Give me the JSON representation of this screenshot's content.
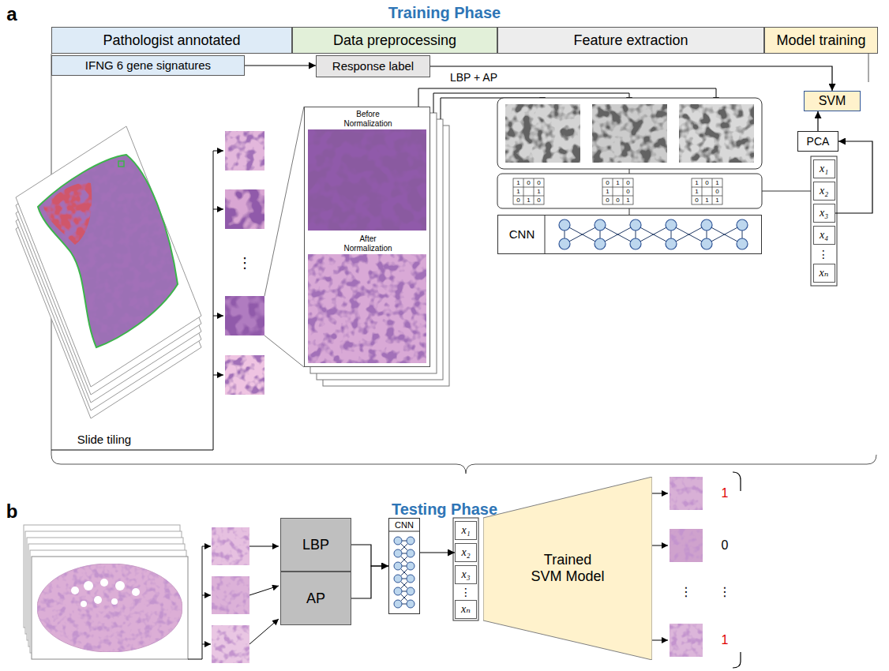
{
  "diagram": {
    "nodes": [
      {
        "text": [
          "Pathologist annotated"
        ]
      },
      {
        "text": [
          "Data preprocessing"
        ]
      },
      {
        "text": [
          "Feature extraction"
        ]
      },
      {
        "text": [
          "Model training"
        ]
      },
      {
        "text": [
          "IFNG 6 gene signatures"
        ]
      },
      {
        "text": [
          "Response label"
        ]
      },
      {
        "text": [
          "SVM"
        ]
      },
      {
        "text": [
          "PCA"
        ]
      },
      {
        "text": [
          "Before Normalization",
          "After Normalization"
        ]
      },
      {
        "text": [
          "CNN"
        ]
      },
      {
        "text": [
          "x₁"
        ]
      },
      {
        "text": [
          "x₂"
        ]
      },
      {
        "text": [
          "x₃"
        ]
      },
      {
        "text": [
          "x₄"
        ]
      },
      {
        "text": [
          "xₙ"
        ]
      },
      {
        "text": [
          "LBP"
        ]
      },
      {
        "text": [
          "AP"
        ]
      },
      {
        "text": [
          "CNN"
        ]
      },
      {
        "text": [
          "x₁"
        ]
      },
      {
        "text": [
          "x₂"
        ]
      },
      {
        "text": [
          "x₃"
        ]
      },
      {
        "text": [
          "xₙ"
        ]
      },
      {
        "text": [
          "Trained SVM Model"
        ]
      }
    ],
    "edges": [
      {
        "from": 4,
        "to": 5,
        "arrow": "to"
      },
      {
        "from": 5,
        "to": 6,
        "arrow": "to"
      },
      {
        "from": 7,
        "to": 6,
        "arrow": "to"
      },
      {
        "from": 12,
        "to": 7,
        "arrow": "to"
      },
      {
        "from": 15,
        "to": 17,
        "arrow": "to"
      },
      {
        "from": 16,
        "to": 17,
        "arrow": "to"
      },
      {
        "from": 17,
        "to": 19,
        "arrow": "to"
      }
    ],
    "labels": [
      "a",
      "Training Phase",
      "LBP + AP",
      "1",
      "0",
      "0",
      "1",
      "1",
      "0",
      "1",
      "0",
      "0",
      "1",
      "0",
      "1",
      "0",
      "0",
      "0",
      "1",
      "1",
      "0",
      "1",
      "1",
      "0",
      "0",
      "1",
      "1",
      "⋮",
      "⋮",
      "Slide tiling",
      "b",
      "Testing Phase",
      "⋮",
      "1",
      "0",
      "⋮",
      "⋮",
      "1"
    ]
  }
}
